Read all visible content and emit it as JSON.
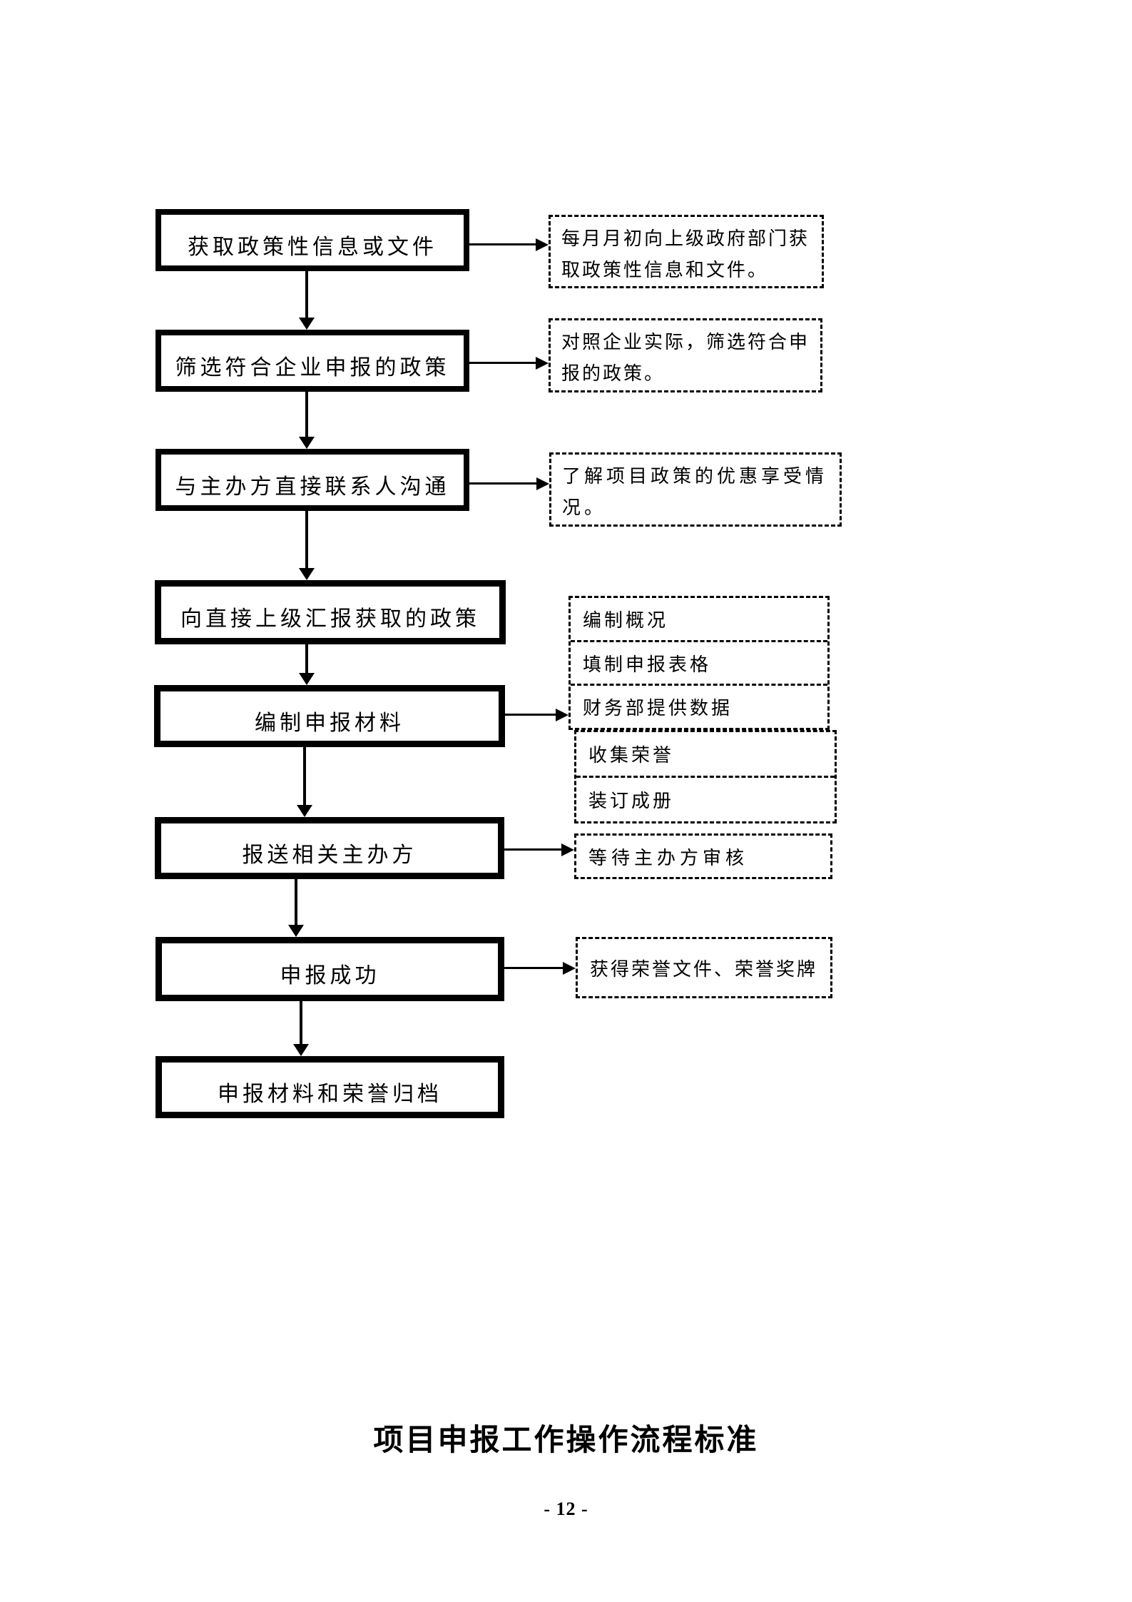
{
  "page": {
    "title": "项目申报工作操作流程标准",
    "page_number": "- 12 -"
  },
  "colors": {
    "ink": "#000000",
    "paper": "#ffffff"
  },
  "flowchart": {
    "steps": [
      {
        "label": "获取政策性信息或文件"
      },
      {
        "label": "筛选符合企业申报的政策"
      },
      {
        "label": "与主办方直接联系人沟通"
      },
      {
        "label": "向直接上级汇报获取的政策"
      },
      {
        "label": "编制申报材料"
      },
      {
        "label": "报送相关主办方"
      },
      {
        "label": "申报成功"
      },
      {
        "label": "申报材料和荣誉归档"
      }
    ],
    "annotations": [
      {
        "label": "每月月初向上级政府部门获取政策性信息和文件。"
      },
      {
        "label": "对照企业实际，筛选符合申报的政策。"
      },
      {
        "label": "了解项目政策的优惠享受情况。"
      },
      {
        "label": "编制概况"
      },
      {
        "label": "填制申报表格"
      },
      {
        "label": "财务部提供数据"
      },
      {
        "label": "收集荣誉"
      },
      {
        "label": "装订成册"
      },
      {
        "label": "等待主办方审核"
      },
      {
        "label": "获得荣誉文件、荣誉奖牌"
      }
    ]
  }
}
